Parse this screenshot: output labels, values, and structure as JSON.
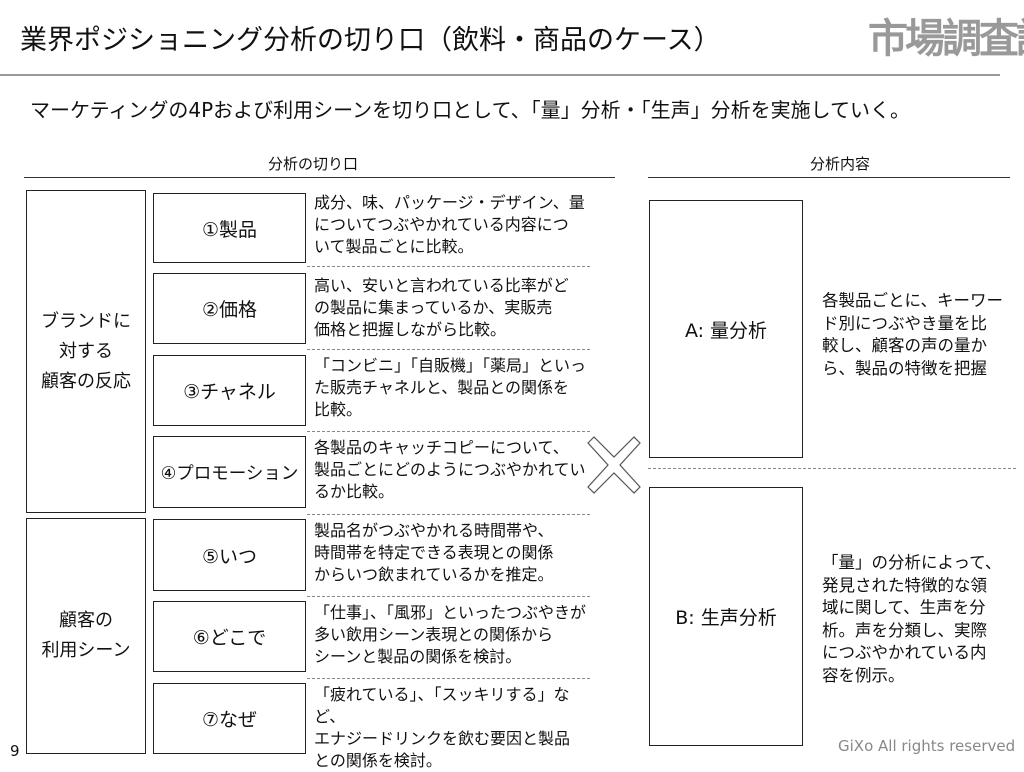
{
  "title": "業界ポジショニング分析の切り口（飲料・商品のケース）",
  "logo": "市場調査課",
  "subtitle": "マーケティングの4Pおよび利用シーンを切り口として、「量」分析・「生声」分析を実施していく。",
  "left_header": "分析の切り口",
  "right_header": "分析内容",
  "groups": [
    {
      "label": "ブランドに\n対する\n顧客の反応"
    },
    {
      "label": "顧客の\n利用シーン"
    }
  ],
  "items": [
    {
      "label": "①製品",
      "desc": "成分、味、パッケージ・デザイン、量\nについてつぶやかれている内容につ\nいて製品ごとに比較。"
    },
    {
      "label": "②価格",
      "desc": "高い、安いと言われている比率がど\nの製品に集まっているか、実販売\n価格と把握しながら比較。"
    },
    {
      "label": "③チャネル",
      "desc": "「コンビニ」「自販機」「薬局」といっ\nた販売チャネルと、製品との関係を\n比較。"
    },
    {
      "label": "④プロモーション",
      "desc": "各製品のキャッチコピーについて、\n製品ごとにどのようにつぶやかれてい\nるか比較。"
    },
    {
      "label": "⑤いつ",
      "desc": "製品名がつぶやかれる時間帯や、\n時間帯を特定できる表現との関係\nからいつ飲まれているかを推定。"
    },
    {
      "label": "⑥どこで",
      "desc": "「仕事」、「風邪」といったつぶやきが\n多い飲用シーン表現との関係から\nシーンと製品の関係を検討。"
    },
    {
      "label": "⑦なぜ",
      "desc": "「疲れている」、「スッキリする」など、\nエナジードリンクを飲む要因と製品\nとの関係を検討。"
    }
  ],
  "analysis": [
    {
      "label": "A:  量分析",
      "desc": "各製品ごとに、キーワー\nド別につぶやき量を比\n較し、顧客の声の量か\nら、製品の特徴を把握"
    },
    {
      "label": "B:  生声分析",
      "desc": "「量」の分析によって、\n発見された特徴的な領\n域に関して、生声を分\n析。声を分類し、実際\nにつぶやかれている内\n容を例示。"
    }
  ],
  "page_number": "9",
  "copyright": "GiXo All rights reserved"
}
